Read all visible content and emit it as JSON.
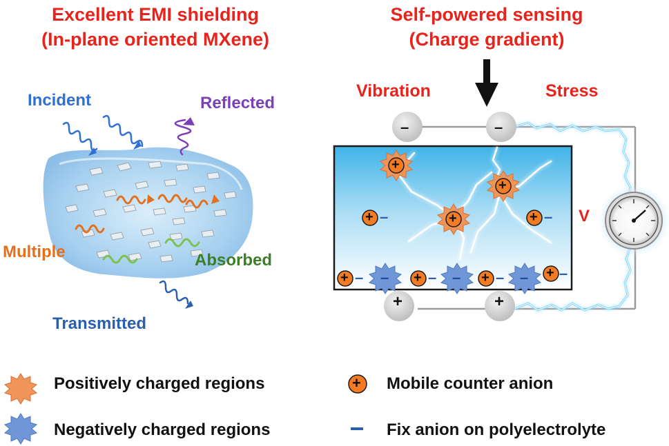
{
  "left_panel": {
    "title_line1": "Excellent EMI shielding",
    "title_line2": "(In-plane oriented MXene)",
    "labels": {
      "incident": "Incident",
      "reflected": "Reflected",
      "multiple": "Multiple",
      "absorbed": "Absorbed",
      "transmitted": "Transmitted"
    }
  },
  "right_panel": {
    "title_line1": "Self-powered sensing",
    "title_line2": "(Charge gradient)",
    "labels": {
      "vibration": "Vibration",
      "stress": "Stress",
      "voltage": "V"
    },
    "electrode_top_sign": "–",
    "electrode_bottom_sign": "+",
    "positive_sign": "+",
    "negative_sign": "–"
  },
  "legend": {
    "positive_regions": "Positively charged regions",
    "negative_regions": "Negatively charged regions",
    "mobile_anion": "Mobile counter anion",
    "fix_anion": "Fix anion on polyelectrolyte"
  },
  "colors": {
    "title_red": "#e8231c",
    "incident_blue": "#2f6fd6",
    "reflected_purple": "#7b3fb8",
    "multiple_orange": "#e2701f",
    "absorbed_green": "#3d7f27",
    "transmitted_blue": "#2a5fb0",
    "positive_orange": "#f0955a",
    "negative_blue": "#6f97d8"
  }
}
